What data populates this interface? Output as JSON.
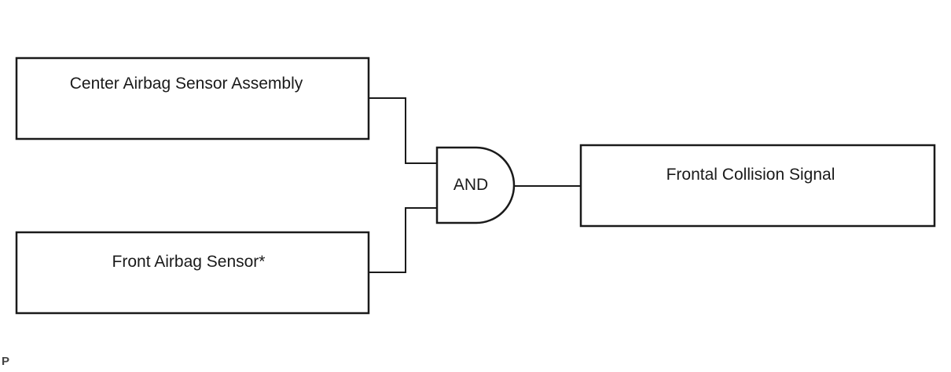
{
  "diagram": {
    "blocks": {
      "center_sensor": "Center Airbag Sensor Assembly",
      "front_sensor": "Front Airbag Sensor*",
      "output": "Frontal Collision Signal"
    },
    "gate": {
      "label": "AND"
    },
    "footer_mark": "P"
  }
}
